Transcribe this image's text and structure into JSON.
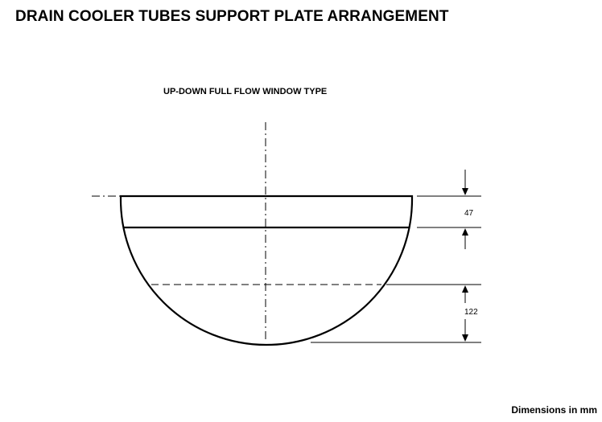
{
  "page": {
    "title": "DRAIN COOLER TUBES SUPPORT PLATE ARRANGEMENT",
    "subtitle": "UP-DOWN FULL FLOW WINDOW TYPE",
    "units_note": "Dimensions in mm"
  },
  "dimensions": {
    "upper_window_height": "47",
    "lower_segment_height": "122"
  }
}
